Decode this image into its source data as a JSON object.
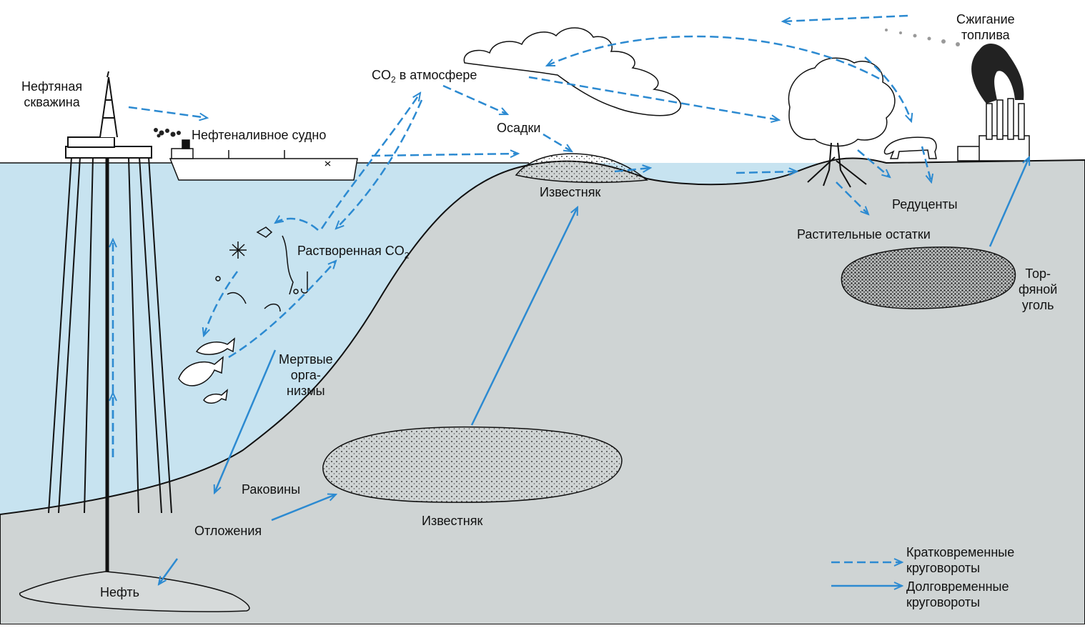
{
  "diagram": {
    "labels": {
      "oil_well_line1": "Нефтяная",
      "oil_well_line2": "скважина",
      "tanker": "Нефтеналивное судно",
      "co2_atm_prefix": "CO",
      "co2_atm_sub": "2",
      "co2_atm_suffix": "в атмосфере",
      "precipitation": "Осадки",
      "limestone_top": "Известняк",
      "fuel_burning_line1": "Сжигание",
      "fuel_burning_line2": "топлива",
      "decomposers": "Редуценты",
      "plant_remains": "Растительные остатки",
      "peat_coal_line1": "Тор-",
      "peat_coal_line2": "фяной",
      "peat_coal_line3": "уголь",
      "dissolved_co2_prefix": "Растворенная CO",
      "dissolved_co2_sub": "2",
      "dead_organisms_line1": "Мертвые",
      "dead_organisms_line2": "орга-",
      "dead_organisms_line3": "низмы",
      "shells": "Раковины",
      "sediments": "Отложения",
      "limestone_bottom": "Известняк",
      "oil": "Нефть"
    },
    "legend": {
      "short_line1": "Кратковременные",
      "short_line2": "круговороты",
      "long_line1": "Долговременные",
      "long_line2": "круговороты"
    },
    "colors": {
      "water": "#c7e3f0",
      "land": "#cfd4d4",
      "arrow": "#2c8ad1",
      "ink": "#111111",
      "smoke": "#222222"
    }
  }
}
